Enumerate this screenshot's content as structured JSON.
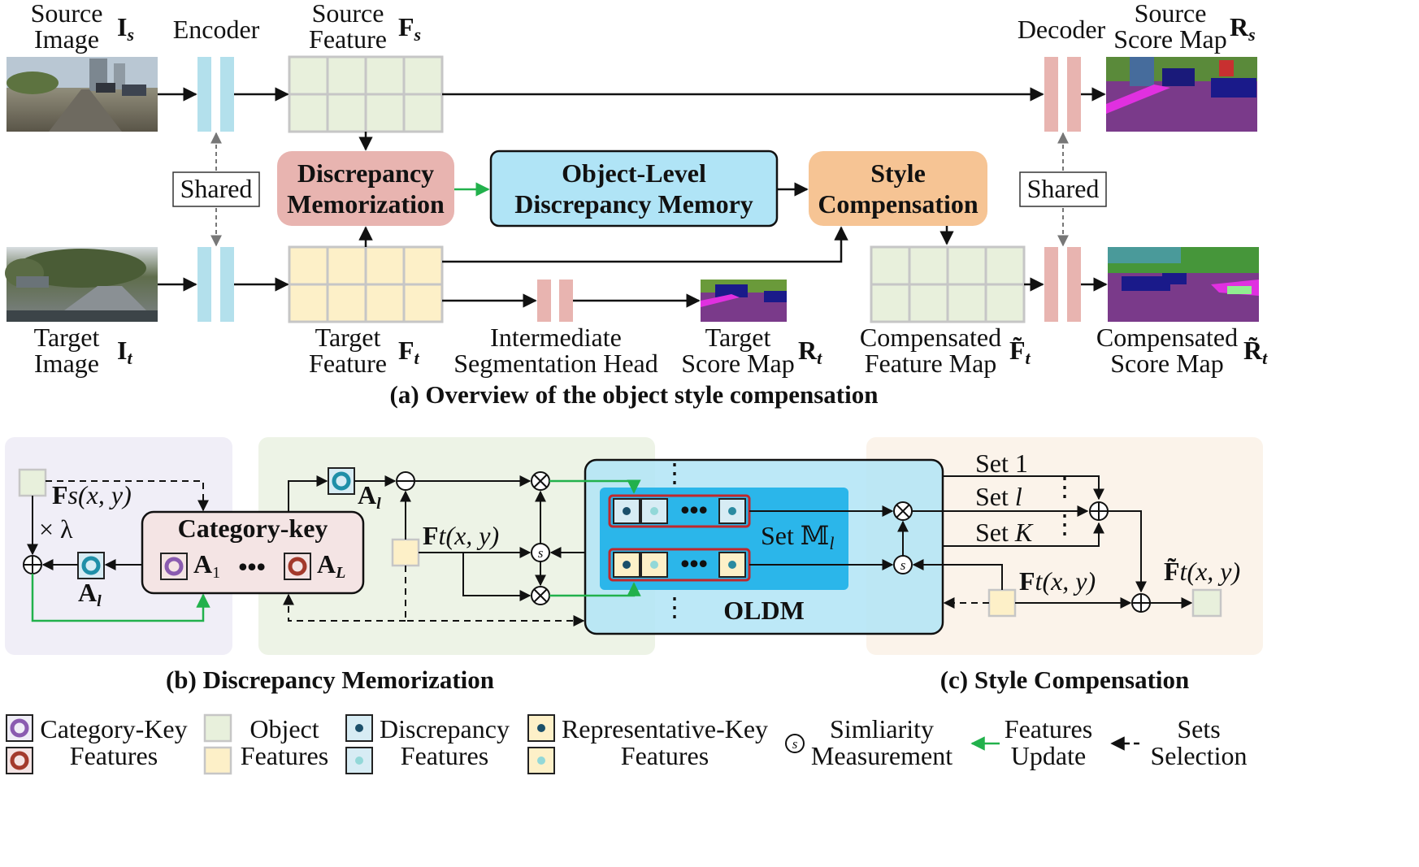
{
  "colors": {
    "object_feature": "#e8f0dc",
    "representative_feature": "#fdf0c8",
    "discrepancy_feature": "#d7ecf4",
    "encoder": "#b3e0ec",
    "decoder": "#e8b4b0",
    "discrepancy_memorization": "#e8b4b0",
    "oldm_box": "#b0e4f6",
    "style_compensation": "#f6c494",
    "features_update_arrow": "#22b14c",
    "panel_b_bg": "#f0eef7",
    "panel_bm_bg": "#edf3e6",
    "panel_c_bg": "#fbf3ea",
    "category_key_box": "#f4e4e4",
    "set_highlight": "#2bb6ea",
    "set_outline": "#c0282c",
    "purple_ring": "#8a5bb0",
    "red_ring": "#a33a2c",
    "teal_ring": "#1f8fa8",
    "dark_dot": "#1b4f6a",
    "light_dot": "#93d8d8"
  },
  "icons": [
    "category-key-ring-icon",
    "discrepancy-dot-icon",
    "similarity-s-icon",
    "oplus-icon",
    "otimes-icon",
    "ominus-icon"
  ],
  "panel_a": {
    "source_image_label": [
      "Source",
      "Image"
    ],
    "source_image_symbol": "I",
    "source_image_sub": "s",
    "encoder_label": "Encoder",
    "source_feature_label": [
      "Source",
      "Feature"
    ],
    "source_feature_symbol": "F",
    "source_feature_sub": "s",
    "decoder_label": "Decoder",
    "source_score_label": [
      "Source",
      "Score Map"
    ],
    "source_score_symbol": "R",
    "source_score_sub": "s",
    "shared_left": "Shared",
    "shared_right": "Shared",
    "discrepancy_memorization": [
      "Discrepancy",
      "Memorization"
    ],
    "oldm": [
      "Object-Level",
      "Discrepancy Memory"
    ],
    "style_compensation": [
      "Style",
      "Compensation"
    ],
    "target_image_label": [
      "Target",
      "Image"
    ],
    "target_image_symbol": "I",
    "target_image_sub": "t",
    "target_feature_label": [
      "Target",
      "Feature"
    ],
    "target_feature_symbol": "F",
    "target_feature_sub": "t",
    "intermediate_head_label": [
      "Intermediate",
      "Segmentation Head"
    ],
    "target_score_label": [
      "Target",
      "Score Map"
    ],
    "target_score_symbol": "R",
    "target_score_sub": "t",
    "compensated_feature_label": [
      "Compensated",
      "Feature Map"
    ],
    "compensated_feature_symbol": "F̃",
    "compensated_feature_sub": "t",
    "compensated_score_label": [
      "Compensated",
      "Score Map"
    ],
    "compensated_score_symbol": "R̃",
    "compensated_score_sub": "t",
    "caption": "(a) Overview of the object style compensation"
  },
  "panel_b": {
    "fs_label": "F",
    "fs_args": "s(x, y)",
    "lambda_label": "× λ",
    "al_label_bottom": "A",
    "al_label_bottom_sub": "l",
    "category_key_title": "Category-key",
    "a1_label": "A",
    "a1_sub": "1",
    "dots": "•••",
    "aL_label": "A",
    "aL_sub": "L",
    "al_label_top": "A",
    "al_label_top_sub": "l",
    "ft_label": "F",
    "ft_args": "t(x, y)",
    "set_label": "Set 𝕄",
    "set_sub": "l",
    "vdots_top": "⋮",
    "vdots_bottom": "⋮",
    "oldm_label": "OLDM",
    "similarity_symbol": "s",
    "caption": "(b) Discrepancy Memorization"
  },
  "panel_c": {
    "set1": "Set 1",
    "setl": "Set l",
    "setK": "Set K",
    "vdots": "⋮",
    "ft_label": "F",
    "ft_args": "t(x, y)",
    "ft_tilde_label": "F̃",
    "ft_tilde_args": "t(x, y)",
    "caption": "(c) Style Compensation"
  },
  "legend": {
    "category_key": [
      "Category-Key",
      "Features"
    ],
    "object": [
      "Object",
      "Features"
    ],
    "discrepancy": [
      "Discrepancy",
      "Features"
    ],
    "representative": [
      "Representative-Key",
      "Features"
    ],
    "similarity": [
      "Simliarity",
      "Measurement"
    ],
    "features_update": [
      "Features",
      "Update"
    ],
    "sets_selection": [
      "Sets",
      "Selection"
    ]
  }
}
